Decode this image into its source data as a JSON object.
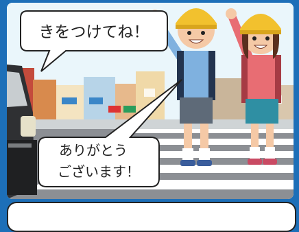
{
  "bubbles": {
    "top_left": "きをつけてね！",
    "bottom_line1": "ありがとう",
    "bottom_line2": "ございます！"
  },
  "colors": {
    "frame": "#1d6fb8",
    "road": "#8c8f94",
    "crosswalk": "#ffffff",
    "hat": "#f2c12e",
    "boy_shirt": "#7fb1df",
    "girl_shirt": "#e86d73"
  }
}
